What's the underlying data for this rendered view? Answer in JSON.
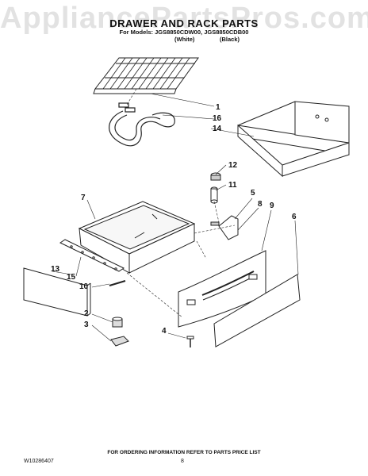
{
  "watermark": "AppliancePartsPros.com",
  "title": "DRAWER AND RACK PARTS",
  "models_line": "For Models: JGS8850CDW00, JGS8850CDB00",
  "color_white": "(White)",
  "color_black": "(Black)",
  "callouts": [
    "1",
    "16",
    "14",
    "12",
    "11",
    "7",
    "5",
    "8",
    "9",
    "6",
    "13",
    "15",
    "10",
    "2",
    "3",
    "4"
  ],
  "footer_note": "FOR ORDERING INFORMATION REFER TO PARTS PRICE LIST",
  "doc_id": "W10286407",
  "page_number": "8"
}
